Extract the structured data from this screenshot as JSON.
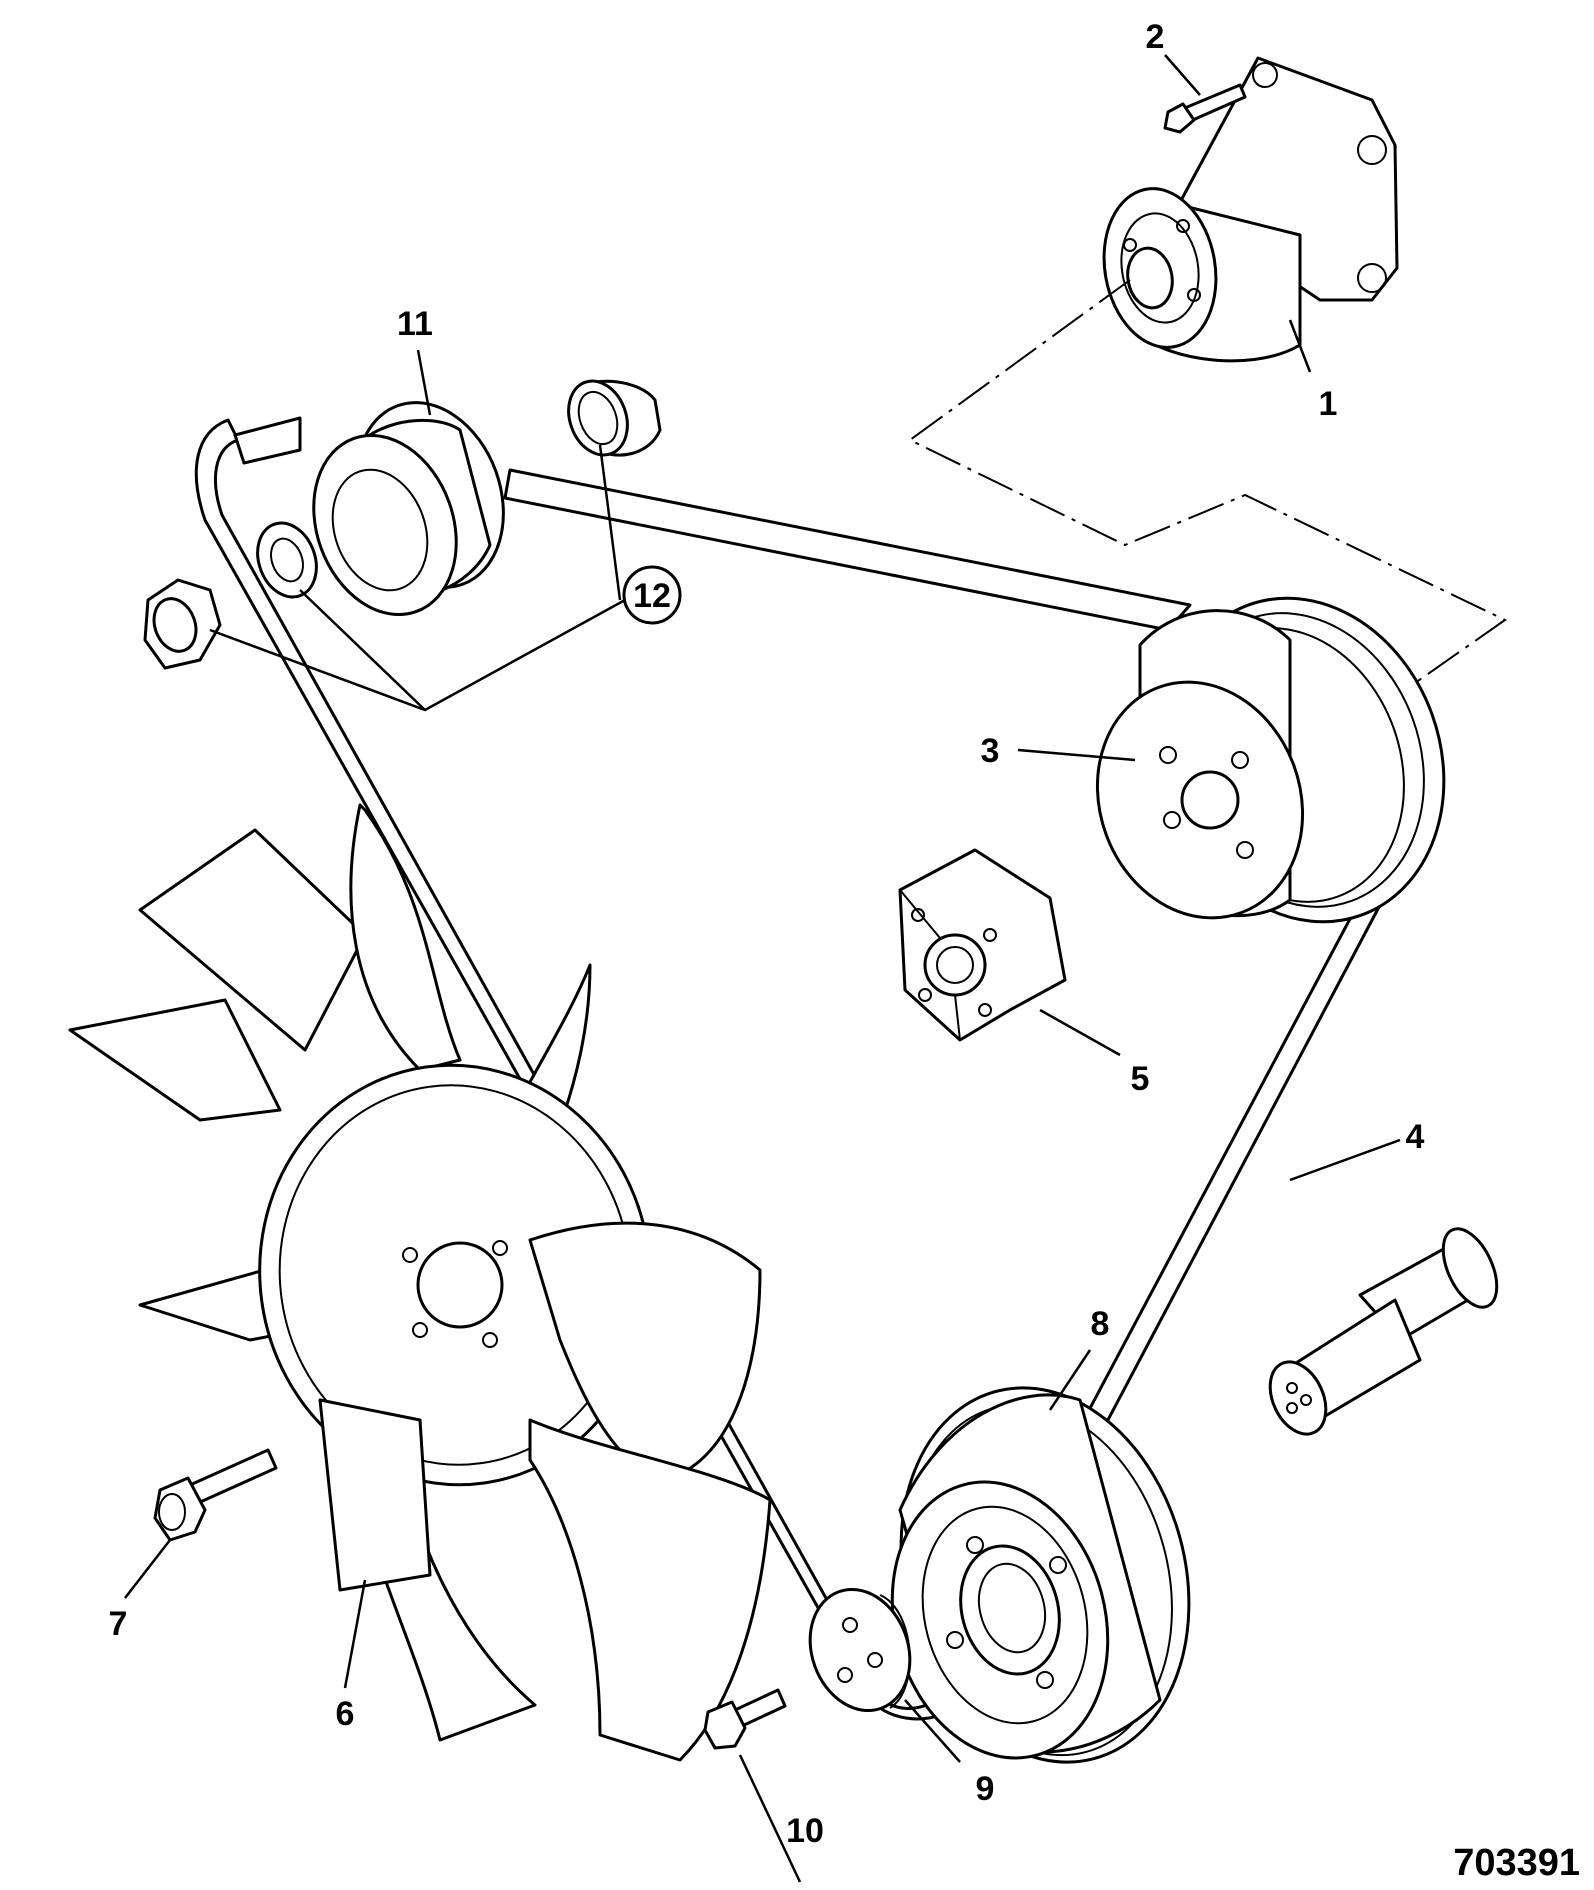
{
  "callouts": {
    "c1": "1",
    "c2": "2",
    "c3": "3",
    "c4": "4",
    "c5": "5",
    "c6": "6",
    "c7": "7",
    "c8": "8",
    "c9": "9",
    "c10": "10",
    "c11": "11",
    "c12": "12"
  },
  "figure_number": "703391"
}
